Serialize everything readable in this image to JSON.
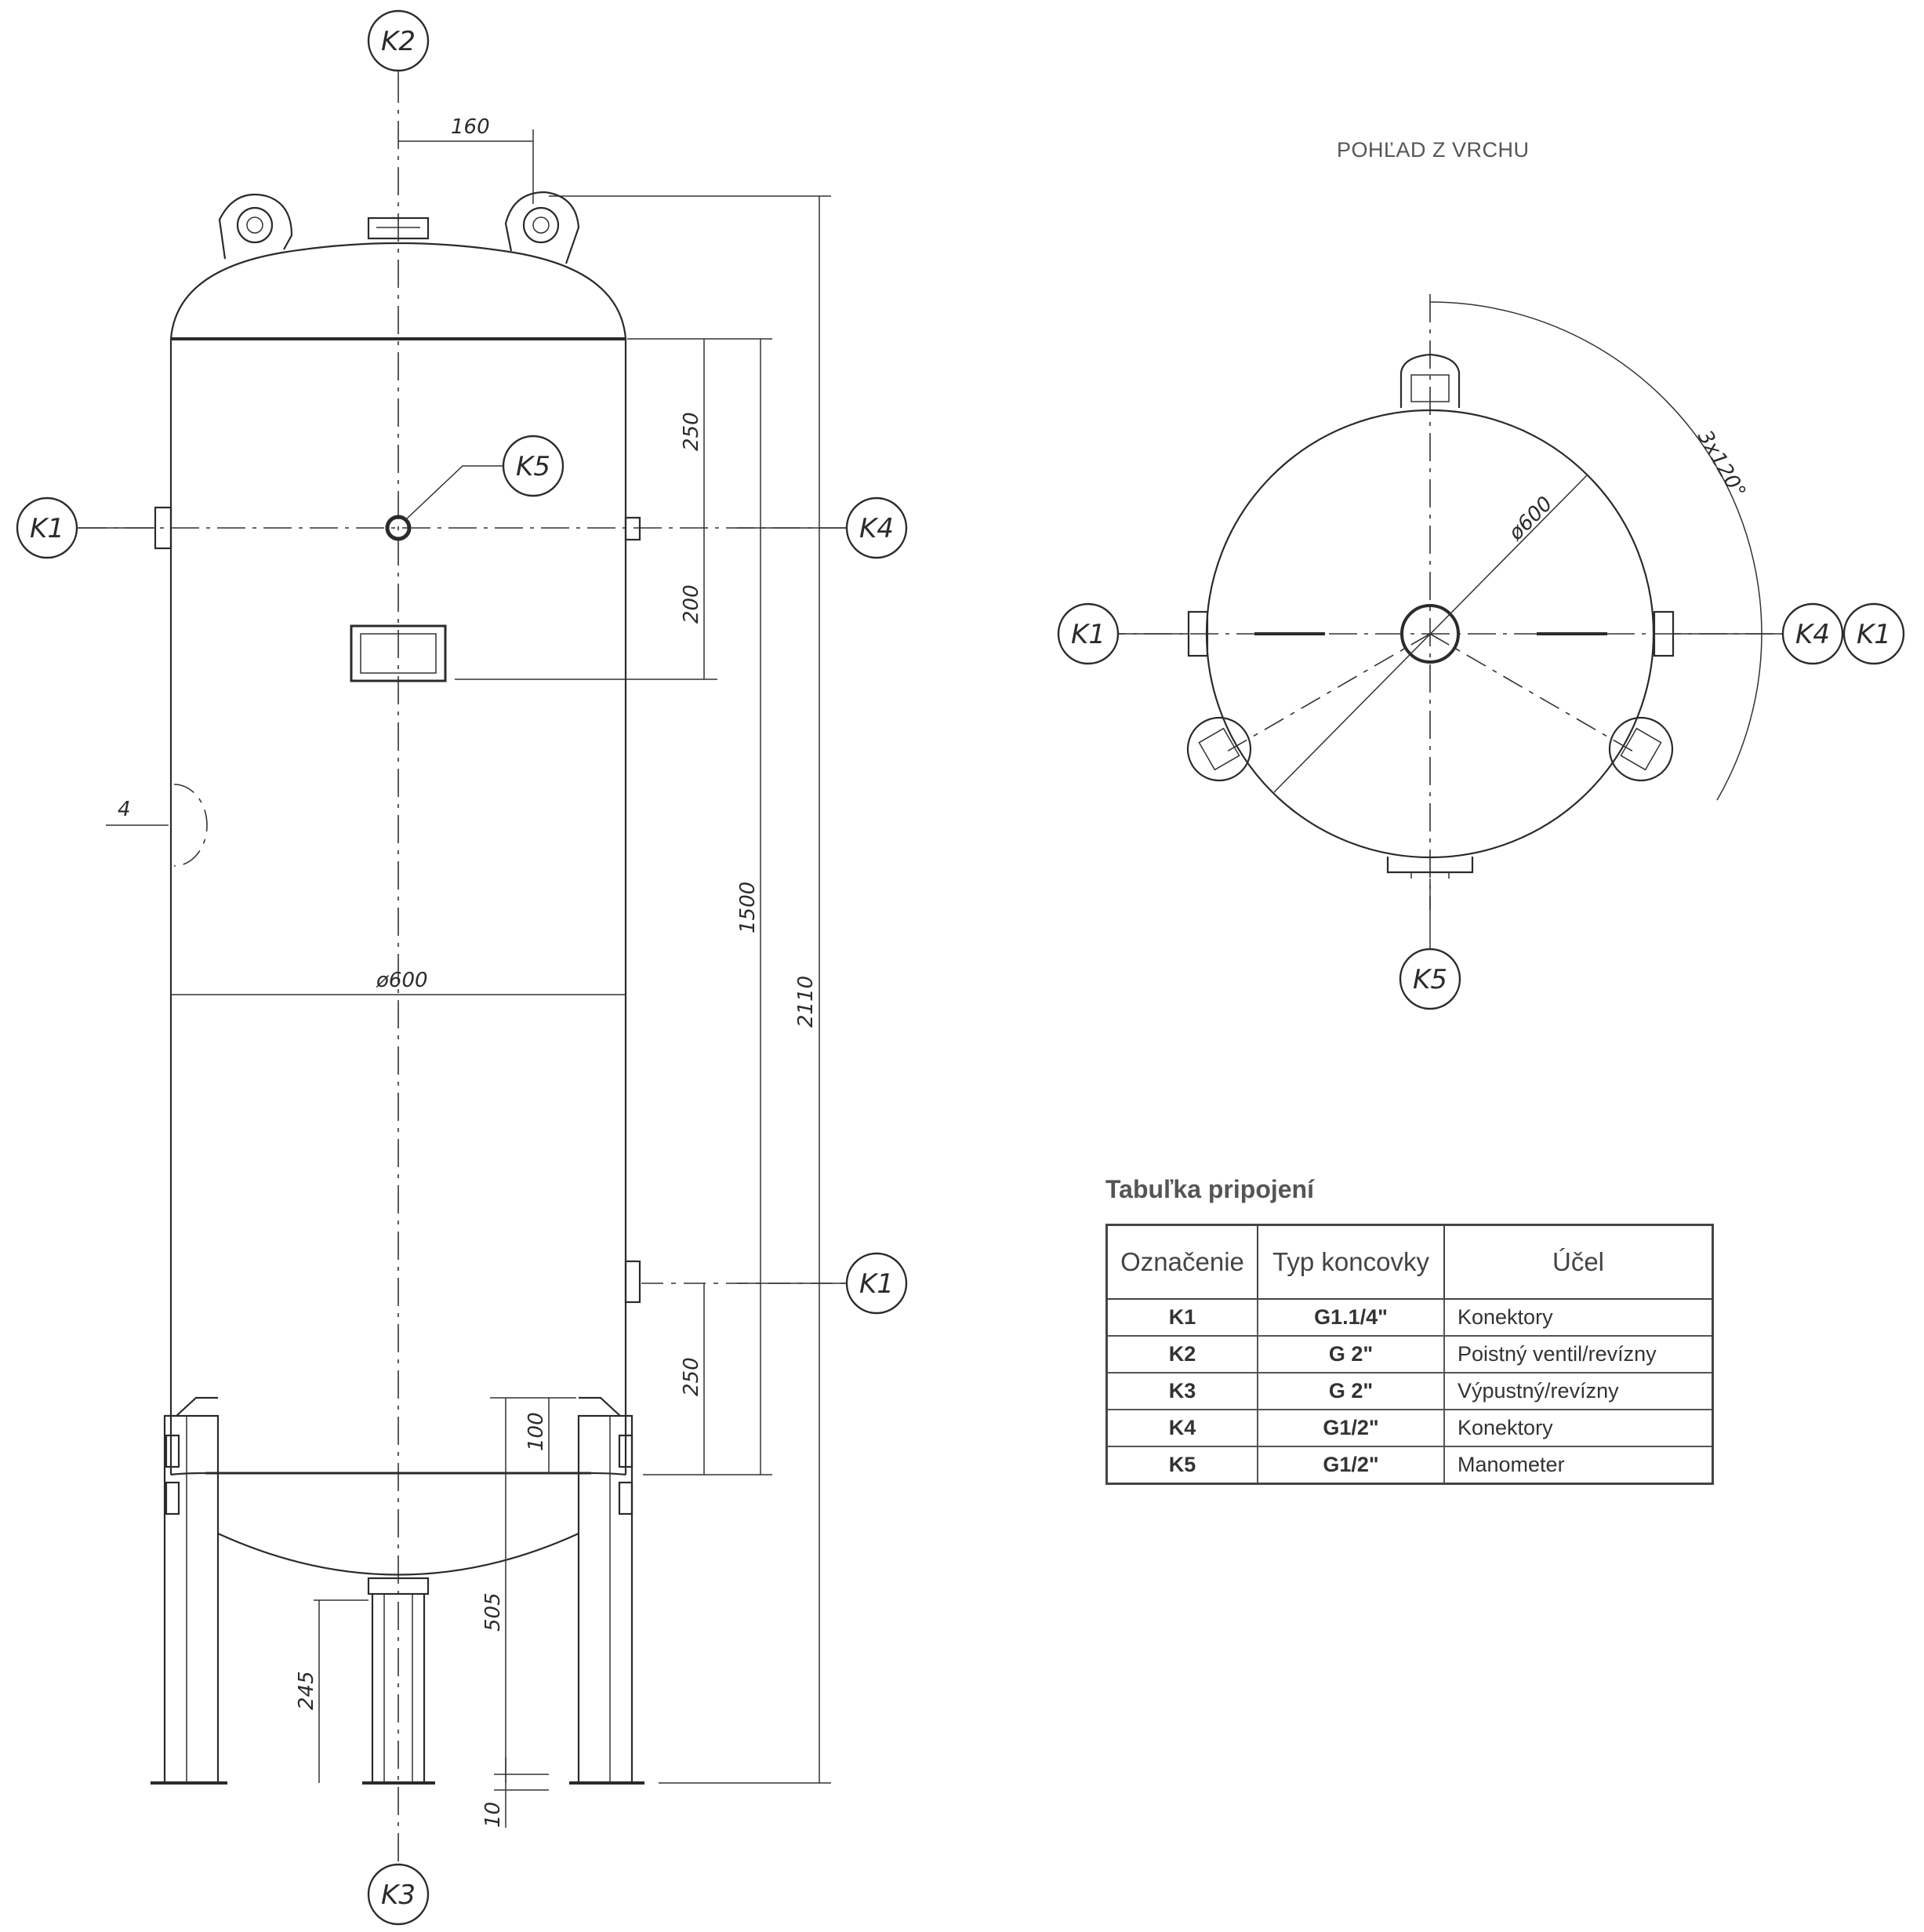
{
  "view_title": "POHĽAD Z VRCHU",
  "bubbles": {
    "side_top": "K2",
    "side_left": "K1",
    "side_k5": "K5",
    "side_right": "K4",
    "side_right_low": "K1",
    "side_bottom": "K3",
    "top_left": "K1",
    "top_right_a": "K4",
    "top_right_b": "K1",
    "top_bottom": "K5"
  },
  "dimensions": {
    "d160": "160",
    "d250_top": "250",
    "d200": "200",
    "d1500": "1500",
    "d2110": "2110",
    "dia_side": "ø600",
    "d250_bottom": "250",
    "d100": "100",
    "d505": "505",
    "d245": "245",
    "d10": "10",
    "d4": "4",
    "dia_top": "ø600",
    "angle": "3x120°"
  },
  "table": {
    "title": "Tabuľka pripojení",
    "headers": [
      "Označenie",
      "Typ koncovky",
      "Účel"
    ],
    "rows": [
      [
        "K1",
        "G1.1/4\"",
        "Konektory"
      ],
      [
        "K2",
        "G 2\"",
        "Poistný ventil/revízny"
      ],
      [
        "K3",
        "G 2\"",
        "Výpustný/revízny"
      ],
      [
        "K4",
        "G1/2\"",
        "Konektory"
      ],
      [
        "K5",
        "G1/2\"",
        "Manometer"
      ]
    ]
  }
}
